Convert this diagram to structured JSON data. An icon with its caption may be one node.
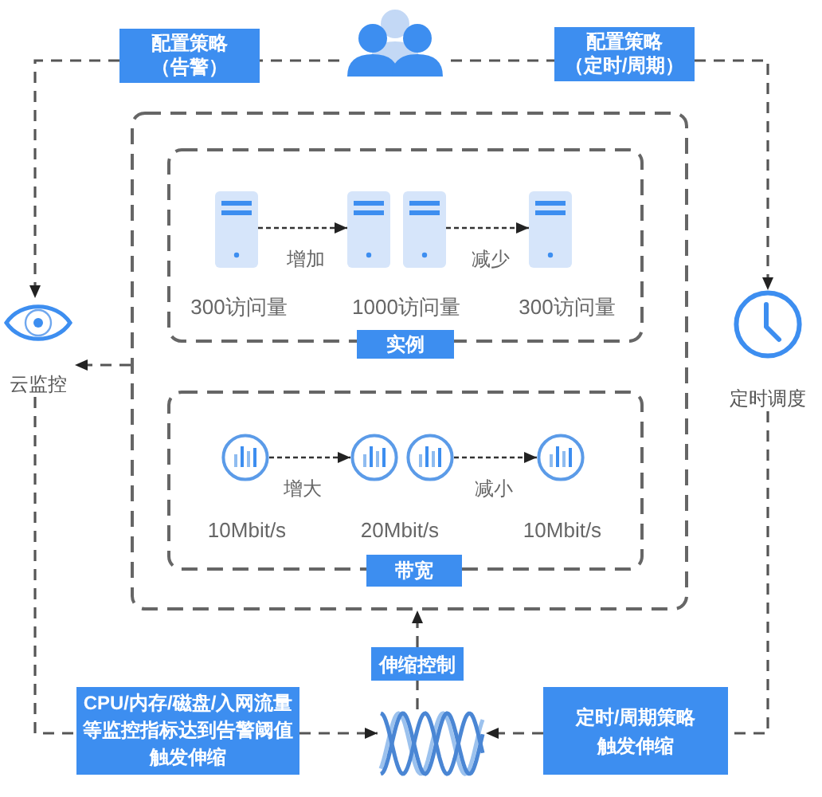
{
  "diagram": {
    "nodes": [
      {
        "text": [],
        "shape": "person"
      },
      {
        "text": [
          "配置策略",
          "（告警）"
        ]
      },
      {
        "text": [
          "配置策略",
          "（定时/周期）"
        ]
      },
      {
        "text": [
          "云监控"
        ]
      },
      {
        "text": [
          "定时调度"
        ]
      },
      {
        "text": [],
        "shape": "box"
      },
      {
        "text": [],
        "shape": "box",
        "in": 5
      },
      {
        "text": [],
        "shape": "picture",
        "in": 6
      },
      {
        "text": [],
        "shape": "picture",
        "in": 6
      },
      {
        "text": [],
        "shape": "picture",
        "in": 6
      },
      {
        "text": [
          "实例"
        ],
        "in": 5
      },
      {
        "text": [],
        "shape": "box",
        "in": 5
      },
      {
        "text": [],
        "shape": "picture",
        "in": 11
      },
      {
        "text": [],
        "shape": "picture",
        "in": 11
      },
      {
        "text": [],
        "shape": "picture",
        "in": 11
      },
      {
        "text": [
          "带宽"
        ],
        "in": 5
      },
      {
        "text": [
          "伸缩控制"
        ]
      },
      {
        "text": [
          "CPU/内存/磁盘/入网流量等监控指标达到告警阈值触发伸缩"
        ]
      },
      {
        "text": [],
        "shape": "picture"
      },
      {
        "text": [
          "定时/周期策略触发伸缩"
        ]
      }
    ],
    "edges": [
      {
        "from": 0,
        "to": 1,
        "arrow": "none",
        "style": "dashed"
      },
      {
        "from": 1,
        "to": 3,
        "arrow": "to",
        "style": "dashed"
      },
      {
        "from": 0,
        "to": 2,
        "arrow": "none",
        "style": "dashed"
      },
      {
        "from": 2,
        "to": 4,
        "arrow": "to",
        "style": "dashed"
      },
      {
        "from": 5,
        "to": 3,
        "arrow": "to",
        "style": "dashed"
      },
      {
        "from": 3,
        "to": 17,
        "arrow": "none",
        "style": "dashed"
      },
      {
        "from": 17,
        "to": 18,
        "arrow": "to",
        "style": "dashed"
      },
      {
        "from": 4,
        "to": 19,
        "arrow": "none",
        "style": "dashed"
      },
      {
        "from": 19,
        "to": 18,
        "arrow": "to",
        "style": "dashed"
      },
      {
        "from": 18,
        "to": 16,
        "arrow": "none",
        "style": "dashed"
      },
      {
        "from": 16,
        "to": 5,
        "arrow": "to",
        "style": "dashed"
      },
      {
        "from": 7,
        "to": 8,
        "arrow": "to",
        "style": "dashed",
        "label": "增加"
      },
      {
        "from": 8,
        "to": 9,
        "arrow": "to",
        "style": "dashed",
        "label": "减少"
      },
      {
        "from": 12,
        "to": 13,
        "arrow": "to",
        "style": "dashed",
        "label": "增大"
      },
      {
        "from": 13,
        "to": 14,
        "arrow": "to",
        "style": "dashed",
        "label": "减小"
      }
    ],
    "labels": [
      "300访问量",
      "1000访问量",
      "300访问量",
      "10Mbit/s",
      "20Mbit/s",
      "10Mbit/s"
    ]
  }
}
